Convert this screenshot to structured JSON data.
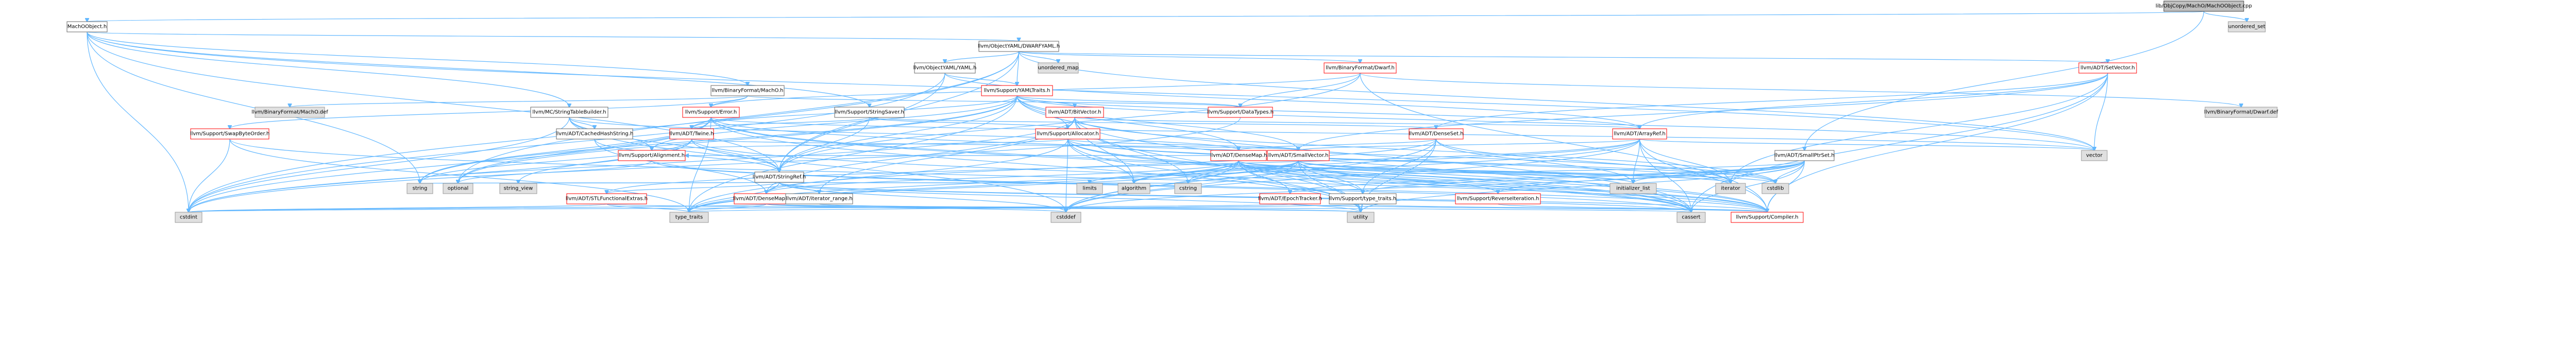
{
  "graph": {
    "nodes": [
      {
        "id": "root",
        "label": "lib/ObjCopy/MachO/MachOObject.cpp",
        "kind": "root"
      },
      {
        "id": "machoobject_h",
        "label": "MachOObject.h",
        "kind": "local"
      },
      {
        "id": "unordered_set",
        "label": "unordered_set",
        "kind": "sys"
      },
      {
        "id": "objyaml_dwarfyaml",
        "label": "llvm/ObjectYAML/DWARFYAML.h",
        "kind": "local"
      },
      {
        "id": "objyaml_yaml",
        "label": "llvm/ObjectYAML/YAML.h",
        "kind": "local"
      },
      {
        "id": "unordered_map",
        "label": "unordered_map",
        "kind": "sys"
      },
      {
        "id": "binfmt_dwarf",
        "label": "llvm/BinaryFormat/Dwarf.h",
        "kind": "red"
      },
      {
        "id": "adt_setvector",
        "label": "llvm/ADT/SetVector.h",
        "kind": "red"
      },
      {
        "id": "support_yamltraits",
        "label": "llvm/Support/YAMLTraits.h",
        "kind": "red"
      },
      {
        "id": "binfmt_macho",
        "label": "llvm/BinaryFormat/MachO.h",
        "kind": "local"
      },
      {
        "id": "mc_stringtablebuilder",
        "label": "llvm/MC/StringTableBuilder.h",
        "kind": "local"
      },
      {
        "id": "support_stringsaver",
        "label": "llvm/Support/StringSaver.h",
        "kind": "local"
      },
      {
        "id": "support_error",
        "label": "llvm/Support/Error.h",
        "kind": "red"
      },
      {
        "id": "adt_bitvector",
        "label": "llvm/ADT/BitVector.h",
        "kind": "red"
      },
      {
        "id": "support_datatypes",
        "label": "llvm/Support/DataTypes.h",
        "kind": "red"
      },
      {
        "id": "binfmt_macho_def",
        "label": "llvm/BinaryFormat/MachO.def",
        "kind": "sys"
      },
      {
        "id": "binfmt_dwarf_def",
        "label": "llvm/BinaryFormat/Dwarf.def",
        "kind": "sys"
      },
      {
        "id": "support_swapbyteorder",
        "label": "llvm/Support/SwapByteOrder.h",
        "kind": "red"
      },
      {
        "id": "adt_cachedhashstring",
        "label": "llvm/ADT/CachedHashString.h",
        "kind": "local"
      },
      {
        "id": "adt_twine",
        "label": "llvm/ADT/Twine.h",
        "kind": "red"
      },
      {
        "id": "support_allocator",
        "label": "llvm/Support/Allocator.h",
        "kind": "red"
      },
      {
        "id": "adt_denseset",
        "label": "llvm/ADT/DenseSet.h",
        "kind": "red"
      },
      {
        "id": "adt_arrayref",
        "label": "llvm/ADT/ArrayRef.h",
        "kind": "red"
      },
      {
        "id": "adt_densemap",
        "label": "llvm/ADT/DenseMap.h",
        "kind": "red"
      },
      {
        "id": "adt_smallvector",
        "label": "llvm/ADT/SmallVector.h",
        "kind": "red"
      },
      {
        "id": "adt_smallptrset",
        "label": "llvm/ADT/SmallPtrSet.h",
        "kind": "local"
      },
      {
        "id": "support_alignment",
        "label": "llvm/Support/Alignment.h",
        "kind": "red"
      },
      {
        "id": "adt_stringref",
        "label": "llvm/ADT/StringRef.h",
        "kind": "local"
      },
      {
        "id": "adt_stlfunctionalextras",
        "label": "llvm/ADT/STLFunctionalExtras.h",
        "kind": "red"
      },
      {
        "id": "adt_densemapinfo",
        "label": "llvm/ADT/DenseMapInfo.h",
        "kind": "red"
      },
      {
        "id": "adt_iterator_range",
        "label": "llvm/ADT/iterator_range.h",
        "kind": "local"
      },
      {
        "id": "adt_epochtracker",
        "label": "llvm/ADT/EpochTracker.h",
        "kind": "red"
      },
      {
        "id": "support_type_traits",
        "label": "llvm/Support/type_traits.h",
        "kind": "local"
      },
      {
        "id": "support_reverseiteration",
        "label": "llvm/Support/ReverseIteration.h",
        "kind": "red"
      },
      {
        "id": "support_compiler",
        "label": "llvm/Support/Compiler.h",
        "kind": "red"
      },
      {
        "id": "vector",
        "label": "vector",
        "kind": "sys"
      },
      {
        "id": "string",
        "label": "string",
        "kind": "sys"
      },
      {
        "id": "optional",
        "label": "optional",
        "kind": "sys"
      },
      {
        "id": "string_view",
        "label": "string_view",
        "kind": "sys"
      },
      {
        "id": "limits",
        "label": "limits",
        "kind": "sys"
      },
      {
        "id": "algorithm",
        "label": "algorithm",
        "kind": "sys"
      },
      {
        "id": "cstring",
        "label": "cstring",
        "kind": "sys"
      },
      {
        "id": "initializer_list",
        "label": "initializer_list",
        "kind": "sys"
      },
      {
        "id": "iterator",
        "label": "iterator",
        "kind": "sys"
      },
      {
        "id": "cstdlib",
        "label": "cstdlib",
        "kind": "sys"
      },
      {
        "id": "cstdint",
        "label": "cstdint",
        "kind": "sys"
      },
      {
        "id": "type_traits",
        "label": "type_traits",
        "kind": "sys"
      },
      {
        "id": "cstddef",
        "label": "cstddef",
        "kind": "sys"
      },
      {
        "id": "utility",
        "label": "utility",
        "kind": "sys"
      },
      {
        "id": "cassert",
        "label": "cassert",
        "kind": "sys"
      }
    ],
    "edges": [
      [
        "root",
        "machoobject_h"
      ],
      [
        "root",
        "unordered_set"
      ],
      [
        "root",
        "adt_smallptrset"
      ],
      [
        "machoobject_h",
        "objyaml_dwarfyaml"
      ],
      [
        "machoobject_h",
        "binfmt_macho"
      ],
      [
        "machoobject_h",
        "mc_stringtablebuilder"
      ],
      [
        "machoobject_h",
        "support_stringsaver"
      ],
      [
        "machoobject_h",
        "adt_stringref"
      ],
      [
        "machoobject_h",
        "cstdint"
      ],
      [
        "machoobject_h",
        "string"
      ],
      [
        "machoobject_h",
        "vector"
      ],
      [
        "objyaml_dwarfyaml",
        "objyaml_yaml"
      ],
      [
        "objyaml_dwarfyaml",
        "unordered_map"
      ],
      [
        "objyaml_dwarfyaml",
        "binfmt_dwarf"
      ],
      [
        "objyaml_dwarfyaml",
        "adt_setvector"
      ],
      [
        "objyaml_dwarfyaml",
        "support_yamltraits"
      ],
      [
        "objyaml_dwarfyaml",
        "adt_stringref"
      ],
      [
        "objyaml_dwarfyaml",
        "cstdint"
      ],
      [
        "objyaml_dwarfyaml",
        "optional"
      ],
      [
        "objyaml_dwarfyaml",
        "vector"
      ],
      [
        "objyaml_yaml",
        "support_yamltraits"
      ],
      [
        "objyaml_yaml",
        "adt_arrayref"
      ],
      [
        "objyaml_yaml",
        "adt_stringref"
      ],
      [
        "objyaml_yaml",
        "cstdint"
      ],
      [
        "binfmt_dwarf",
        "support_datatypes"
      ],
      [
        "binfmt_dwarf",
        "binfmt_dwarf_def"
      ],
      [
        "binfmt_dwarf",
        "support_error"
      ],
      [
        "binfmt_dwarf",
        "adt_stringref"
      ],
      [
        "binfmt_dwarf",
        "support_compiler"
      ],
      [
        "adt_setvector",
        "adt_arrayref"
      ],
      [
        "adt_setvector",
        "adt_denseset"
      ],
      [
        "adt_setvector",
        "adt_smallvector"
      ],
      [
        "adt_setvector",
        "support_compiler"
      ],
      [
        "adt_setvector",
        "cassert"
      ],
      [
        "adt_setvector",
        "iterator"
      ],
      [
        "adt_setvector",
        "vector"
      ],
      [
        "support_yamltraits",
        "adt_arrayref"
      ],
      [
        "support_yamltraits",
        "adt_bitvector"
      ],
      [
        "support_yamltraits",
        "adt_densemap"
      ],
      [
        "support_yamltraits",
        "adt_smallvector"
      ],
      [
        "support_yamltraits",
        "adt_stringref"
      ],
      [
        "support_yamltraits",
        "adt_twine"
      ],
      [
        "support_yamltraits",
        "support_alignment"
      ],
      [
        "support_yamltraits",
        "support_allocator"
      ],
      [
        "support_yamltraits",
        "support_datatypes"
      ],
      [
        "support_yamltraits",
        "cassert"
      ],
      [
        "support_yamltraits",
        "optional"
      ],
      [
        "support_yamltraits",
        "string"
      ],
      [
        "support_yamltraits",
        "vector"
      ],
      [
        "support_yamltraits",
        "type_traits"
      ],
      [
        "binfmt_macho",
        "support_datatypes"
      ],
      [
        "binfmt_macho",
        "binfmt_macho_def"
      ],
      [
        "binfmt_macho",
        "support_error"
      ],
      [
        "binfmt_macho",
        "support_swapbyteorder"
      ],
      [
        "mc_stringtablebuilder",
        "adt_cachedhashstring"
      ],
      [
        "mc_stringtablebuilder",
        "adt_densemap"
      ],
      [
        "mc_stringtablebuilder",
        "adt_stringref"
      ],
      [
        "mc_stringtablebuilder",
        "support_alignment"
      ],
      [
        "mc_stringtablebuilder",
        "cstddef"
      ],
      [
        "mc_stringtablebuilder",
        "cstdint"
      ],
      [
        "support_stringsaver",
        "adt_denseset"
      ],
      [
        "support_stringsaver",
        "adt_stringref"
      ],
      [
        "support_stringsaver",
        "adt_twine"
      ],
      [
        "support_stringsaver",
        "support_allocator"
      ],
      [
        "support_error",
        "adt_twine"
      ],
      [
        "support_error",
        "support_compiler"
      ],
      [
        "support_error",
        "cassert"
      ],
      [
        "support_error",
        "cstdint"
      ],
      [
        "support_error",
        "cstdlib"
      ],
      [
        "support_error",
        "optional"
      ],
      [
        "support_error",
        "string"
      ],
      [
        "support_error",
        "type_traits"
      ],
      [
        "support_error",
        "utility"
      ],
      [
        "support_error",
        "vector"
      ],
      [
        "adt_bitvector",
        "adt_arrayref"
      ],
      [
        "adt_bitvector",
        "adt_densemapinfo"
      ],
      [
        "adt_bitvector",
        "adt_iterator_range"
      ],
      [
        "adt_bitvector",
        "algorithm"
      ],
      [
        "adt_bitvector",
        "cassert"
      ],
      [
        "adt_bitvector",
        "climits"
      ],
      [
        "adt_bitvector",
        "cstdint"
      ],
      [
        "adt_bitvector",
        "cstdlib"
      ],
      [
        "adt_bitvector",
        "cstring"
      ],
      [
        "adt_bitvector",
        "utility"
      ],
      [
        "adt_cachedhashstring",
        "adt_densemapinfo"
      ],
      [
        "adt_cachedhashstring",
        "adt_stringref"
      ],
      [
        "adt_twine",
        "adt_smallvector"
      ],
      [
        "adt_twine",
        "adt_stringref"
      ],
      [
        "adt_twine",
        "cassert"
      ],
      [
        "adt_twine",
        "cstdint"
      ],
      [
        "adt_twine",
        "string"
      ],
      [
        "adt_twine",
        "string_view"
      ],
      [
        "support_allocator",
        "adt_smallvector"
      ],
      [
        "support_allocator",
        "support_alignment"
      ],
      [
        "support_allocator",
        "support_compiler"
      ],
      [
        "support_allocator",
        "algorithm"
      ],
      [
        "support_allocator",
        "cassert"
      ],
      [
        "support_allocator",
        "cstddef"
      ],
      [
        "support_allocator",
        "cstdlib"
      ],
      [
        "support_allocator",
        "iterator"
      ],
      [
        "support_allocator",
        "type_traits"
      ],
      [
        "support_allocator",
        "utility"
      ],
      [
        "adt_denseset",
        "adt_densemap"
      ],
      [
        "adt_denseset",
        "adt_densemapinfo"
      ],
      [
        "adt_denseset",
        "support_type_traits"
      ],
      [
        "adt_denseset",
        "cstddef"
      ],
      [
        "adt_denseset",
        "initializer_list"
      ],
      [
        "adt_denseset",
        "iterator"
      ],
      [
        "adt_denseset",
        "utility"
      ],
      [
        "adt_arrayref",
        "adt_smallvector"
      ],
      [
        "adt_arrayref",
        "adt_stlfunctionalextras"
      ],
      [
        "adt_arrayref",
        "support_compiler"
      ],
      [
        "adt_arrayref",
        "algorithm"
      ],
      [
        "adt_arrayref",
        "array"
      ],
      [
        "adt_arrayref",
        "cassert"
      ],
      [
        "adt_arrayref",
        "cstddef"
      ],
      [
        "adt_arrayref",
        "initializer_list"
      ],
      [
        "adt_arrayref",
        "iterator"
      ],
      [
        "adt_arrayref",
        "memory"
      ],
      [
        "adt_arrayref",
        "type_traits"
      ],
      [
        "adt_arrayref",
        "vector"
      ],
      [
        "adt_densemap",
        "adt_densemapinfo"
      ],
      [
        "adt_densemap",
        "adt_epochtracker"
      ],
      [
        "adt_densemap",
        "support_alignment"
      ],
      [
        "adt_densemap",
        "support_compiler"
      ],
      [
        "adt_densemap",
        "support_reverseiteration"
      ],
      [
        "adt_densemap",
        "support_type_traits"
      ],
      [
        "adt_densemap",
        "algorithm"
      ],
      [
        "adt_densemap",
        "cassert"
      ],
      [
        "adt_densemap",
        "cstddef"
      ],
      [
        "adt_densemap",
        "cstring"
      ],
      [
        "adt_densemap",
        "initializer_list"
      ],
      [
        "adt_densemap",
        "iterator"
      ],
      [
        "adt_densemap",
        "new"
      ],
      [
        "adt_densemap",
        "type_traits"
      ],
      [
        "adt_densemap",
        "utility"
      ],
      [
        "adt_smallvector",
        "support_compiler"
      ],
      [
        "adt_smallvector",
        "support_type_traits"
      ],
      [
        "adt_smallvector",
        "algorithm"
      ],
      [
        "adt_smallvector",
        "cassert"
      ],
      [
        "adt_smallvector",
        "cstddef"
      ],
      [
        "adt_smallvector",
        "cstdlib"
      ],
      [
        "adt_smallvector",
        "cstring"
      ],
      [
        "adt_smallvector",
        "functional"
      ],
      [
        "adt_smallvector",
        "initializer_list"
      ],
      [
        "adt_smallvector",
        "iterator"
      ],
      [
        "adt_smallvector",
        "limits"
      ],
      [
        "adt_smallvector",
        "memory"
      ],
      [
        "adt_smallvector",
        "new"
      ],
      [
        "adt_smallvector",
        "type_traits"
      ],
      [
        "adt_smallvector",
        "utility"
      ],
      [
        "adt_smallptrset",
        "adt_epochtracker"
      ],
      [
        "adt_smallptrset",
        "support_compiler"
      ],
      [
        "adt_smallptrset",
        "support_reverseiteration"
      ],
      [
        "adt_smallptrset",
        "support_type_traits"
      ],
      [
        "adt_smallptrset",
        "cassert"
      ],
      [
        "adt_smallptrset",
        "cstddef"
      ],
      [
        "adt_smallptrset",
        "cstdlib"
      ],
      [
        "adt_smallptrset",
        "cstring"
      ],
      [
        "adt_smallptrset",
        "initializer_list"
      ],
      [
        "adt_smallptrset",
        "iterator"
      ],
      [
        "adt_smallptrset",
        "utility"
      ],
      [
        "support_alignment",
        "support_compiler"
      ],
      [
        "support_alignment",
        "cassert"
      ],
      [
        "support_alignment",
        "optional"
      ],
      [
        "adt_stringref",
        "adt_densemapinfo"
      ],
      [
        "adt_stringref",
        "adt_stlfunctionalextras"
      ],
      [
        "adt_stringref",
        "adt_iterator_range"
      ],
      [
        "adt_stringref",
        "support_compiler"
      ],
      [
        "adt_stringref",
        "algorithm"
      ],
      [
        "adt_stringref",
        "cassert"
      ],
      [
        "adt_stringref",
        "cstddef"
      ],
      [
        "adt_stringref",
        "cstring"
      ],
      [
        "adt_stringref",
        "limits"
      ],
      [
        "adt_stringref",
        "string"
      ],
      [
        "adt_stringref",
        "string_view"
      ],
      [
        "adt_stringref",
        "type_traits"
      ],
      [
        "adt_stringref",
        "utility"
      ],
      [
        "adt_stlfunctionalextras",
        "type_traits"
      ],
      [
        "adt_stlfunctionalextras",
        "utility"
      ],
      [
        "adt_stlfunctionalextras",
        "cstdint"
      ],
      [
        "adt_densemapinfo",
        "cassert"
      ],
      [
        "adt_densemapinfo",
        "cstddef"
      ],
      [
        "adt_densemapinfo",
        "cstdint"
      ],
      [
        "adt_densemapinfo",
        "tuple"
      ],
      [
        "adt_densemapinfo",
        "type_traits"
      ],
      [
        "adt_densemapinfo",
        "utility"
      ],
      [
        "adt_iterator_range",
        "utility"
      ],
      [
        "adt_epochtracker",
        "support_compiler"
      ],
      [
        "adt_epochtracker",
        "cstdint"
      ],
      [
        "support_type_traits",
        "support_compiler"
      ],
      [
        "support_type_traits",
        "type_traits"
      ],
      [
        "support_type_traits",
        "utility"
      ],
      [
        "support_reverseiteration",
        "support_compiler"
      ],
      [
        "support_swapbyteorder",
        "support_compiler"
      ],
      [
        "support_swapbyteorder",
        "cstdint"
      ],
      [
        "support_swapbyteorder",
        "type_traits"
      ],
      [
        "support_datatypes",
        "cstdint"
      ]
    ]
  }
}
